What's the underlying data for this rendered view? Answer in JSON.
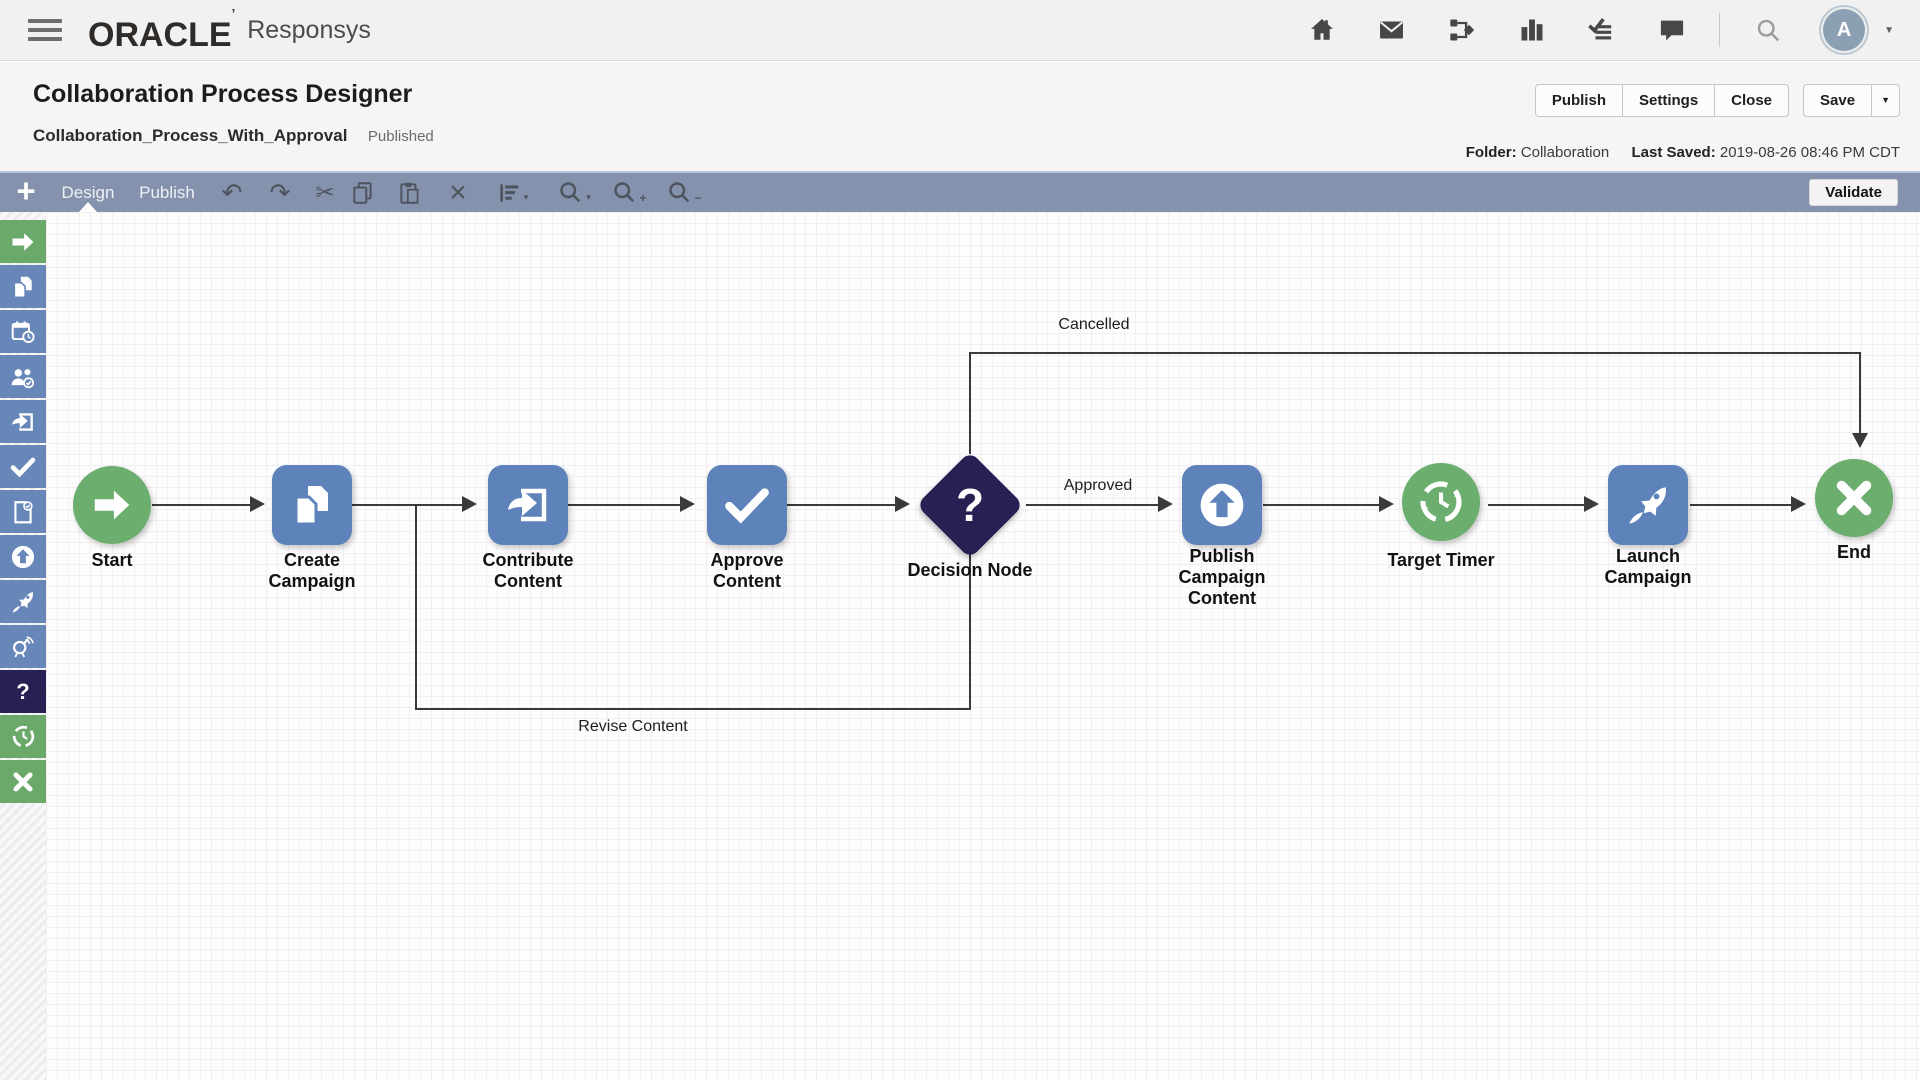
{
  "topbar": {
    "brand": "ORACLE",
    "brand_mark": "’",
    "product": "Responsys",
    "icons": [
      "home-icon",
      "mail-icon",
      "program-icon",
      "analytics-icon",
      "tasks-icon",
      "chat-icon",
      "search-icon"
    ],
    "avatar_initial": "A",
    "avatar_caret": "▼"
  },
  "header": {
    "title": "Collaboration Process Designer",
    "process_name": "Collaboration_Process_With_Approval",
    "status": "Published",
    "buttons": {
      "publish": "Publish",
      "settings": "Settings",
      "close": "Close",
      "save": "Save",
      "save_caret": "▼"
    },
    "folder_label": "Folder:",
    "folder_value": "Collaboration",
    "last_saved_label": "Last Saved:",
    "last_saved_value": "2019-08-26 08:46 PM CDT"
  },
  "toolbar": {
    "add_label": "+",
    "tabs": [
      {
        "label": "Design"
      },
      {
        "label": "Publish"
      }
    ],
    "active_tab": "Design",
    "icons": [
      "undo-icon",
      "redo-icon",
      "cut-icon",
      "copy-icon",
      "paste-icon",
      "delete-icon",
      "align-icon",
      "zoom-icon",
      "zoom-in-icon",
      "zoom-out-icon"
    ],
    "glyphs": {
      "undo": "↶",
      "redo": "↷",
      "cut": "✂",
      "delete": "×",
      "caret": "▾",
      "plus_sub": "+",
      "minus_sub": "−"
    },
    "validate_label": "Validate"
  },
  "palette": {
    "items": [
      {
        "name": "start",
        "icon": "arrow-right-icon",
        "color": "green"
      },
      {
        "name": "create-campaign",
        "icon": "documents-icon",
        "color": "blue"
      },
      {
        "name": "schedule",
        "icon": "calendar-clock-icon",
        "color": "blue"
      },
      {
        "name": "audience",
        "icon": "people-check-icon",
        "color": "blue"
      },
      {
        "name": "contribute-content",
        "icon": "import-icon",
        "color": "blue"
      },
      {
        "name": "approve-content",
        "icon": "checkmark-icon",
        "color": "blue"
      },
      {
        "name": "review-page",
        "icon": "page-check-icon",
        "color": "blue"
      },
      {
        "name": "publish-content",
        "icon": "upload-circle-icon",
        "color": "blue"
      },
      {
        "name": "launch-campaign",
        "icon": "rocket-icon",
        "color": "blue"
      },
      {
        "name": "broadcast",
        "icon": "satellite-icon",
        "color": "blue"
      },
      {
        "name": "decision",
        "icon": "question-mark-icon",
        "color": "navy",
        "glyph": "?"
      },
      {
        "name": "timer",
        "icon": "history-clock-icon",
        "color": "green"
      },
      {
        "name": "end",
        "icon": "cross-icon",
        "color": "green"
      }
    ]
  },
  "flow": {
    "nodes": [
      {
        "id": "start",
        "label": "Start",
        "shape": "circle",
        "icon": "arrow-right-icon"
      },
      {
        "id": "create-campaign",
        "label": "Create Campaign",
        "shape": "square",
        "icon": "documents-icon"
      },
      {
        "id": "contribute-content",
        "label": "Contribute Content",
        "shape": "square",
        "icon": "import-icon"
      },
      {
        "id": "approve-content",
        "label": "Approve Content",
        "shape": "square",
        "icon": "checkmark-icon"
      },
      {
        "id": "decision-node",
        "label": "Decision Node",
        "shape": "diamond",
        "icon": "question-mark-icon",
        "glyph": "?"
      },
      {
        "id": "publish-campaign-content",
        "label": "Publish Campaign Content",
        "shape": "square",
        "icon": "upload-circle-icon"
      },
      {
        "id": "target-timer",
        "label": "Target Timer",
        "shape": "circle",
        "icon": "history-clock-icon"
      },
      {
        "id": "launch-campaign",
        "label": "Launch Campaign",
        "shape": "square",
        "icon": "rocket-icon"
      },
      {
        "id": "end",
        "label": "End",
        "shape": "circle",
        "icon": "cross-icon"
      }
    ],
    "edge_labels": {
      "approved": "Approved",
      "cancelled": "Cancelled",
      "revise": "Revise Content"
    }
  },
  "colors": {
    "toolbar": "#8492ad",
    "node_blue": "#5d83ba",
    "node_green": "#6cae6e",
    "node_navy": "#262053",
    "sidebar_blue": "#6787b9",
    "sidebar_green": "#6aa96a",
    "edge": "#3a3a3a"
  }
}
